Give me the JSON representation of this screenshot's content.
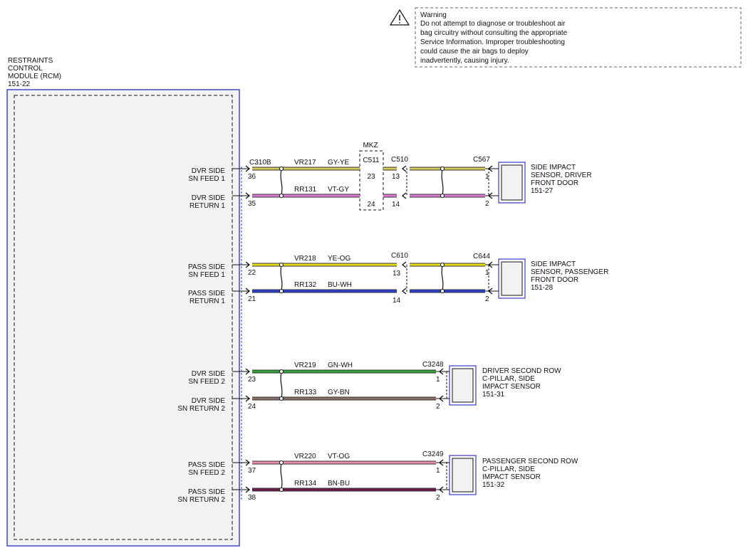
{
  "warning": {
    "title": "Warning",
    "lines": [
      "Do not attempt to diagnose or troubleshoot air",
      "bag circuitry without consulting the appropriate",
      "Service Information.  Improper troubleshooting",
      "could cause the air bags to deploy",
      "inadvertently, causing injury."
    ]
  },
  "rcm": {
    "lines": [
      "RESTRAINTS",
      "CONTROL",
      "MODULE (RCM)",
      "151-22"
    ]
  },
  "c511_group": "MKZ",
  "circuits": [
    {
      "id": "dvr-side-feed-1",
      "label": [
        "DVR SIDE",
        "SN FEED 1"
      ],
      "pin": "36",
      "code": "VR217",
      "color_code": "GY-YE",
      "wire_color": "#d4c85a",
      "rcm_connector": "C310B",
      "c511_pin": "23",
      "inline_connector": "C510",
      "inline_pin": "13",
      "sensor_connector": "C567",
      "sensor_pin": "1"
    },
    {
      "id": "dvr-side-return-1",
      "label": [
        "DVR SIDE",
        "RETURN 1"
      ],
      "pin": "35",
      "code": "RR131",
      "color_code": "VT-GY",
      "wire_color": "#e07ad8",
      "c511_pin": "24",
      "inline_pin": "14",
      "sensor_pin": "2"
    },
    {
      "id": "pass-side-feed-1",
      "label": [
        "PASS SIDE",
        "SN FEED 1"
      ],
      "pin": "22",
      "code": "VR218",
      "color_code": "YE-OG",
      "wire_color": "#e8dc1a",
      "inline_connector": "C610",
      "inline_pin": "13",
      "sensor_connector": "C644",
      "sensor_pin": "1"
    },
    {
      "id": "pass-side-return-1",
      "label": [
        "PASS SIDE",
        "RETURN 1"
      ],
      "pin": "21",
      "code": "RR132",
      "color_code": "BU-WH",
      "wire_color": "#2c3ed0",
      "inline_pin": "14",
      "sensor_pin": "2"
    },
    {
      "id": "dvr-side-feed-2",
      "label": [
        "DVR SIDE",
        "SN FEED 2"
      ],
      "pin": "23",
      "code": "VR219",
      "color_code": "GN-WH",
      "wire_color": "#2fa238",
      "sensor_connector": "C3248",
      "sensor_pin": "1"
    },
    {
      "id": "dvr-side-return-2",
      "label": [
        "DVR SIDE",
        "SN RETURN 2"
      ],
      "pin": "24",
      "code": "RR133",
      "color_code": "GY-BN",
      "wire_color": "#8a7068",
      "sensor_pin": "2"
    },
    {
      "id": "pass-side-feed-2",
      "label": [
        "PASS SIDE",
        "SN FEED 2"
      ],
      "pin": "37",
      "code": "VR220",
      "color_code": "VT-OG",
      "wire_color": "#ee8fa8",
      "sensor_connector": "C3249",
      "sensor_pin": "1"
    },
    {
      "id": "pass-side-return-2",
      "label": [
        "PASS SIDE",
        "SN RETURN 2"
      ],
      "pin": "38",
      "code": "RR134",
      "color_code": "BN-BU",
      "wire_color": "#6e1a48",
      "sensor_pin": "2"
    }
  ],
  "sensors": [
    {
      "id": "driver-front",
      "lines": [
        "SIDE IMPACT",
        "SENSOR, DRIVER",
        "FRONT DOOR",
        "151-27"
      ]
    },
    {
      "id": "passenger-front",
      "lines": [
        "SIDE IMPACT",
        "SENSOR, PASSENGER",
        "FRONT DOOR",
        "151-28"
      ]
    },
    {
      "id": "driver-second-row",
      "lines": [
        "DRIVER SECOND ROW",
        "C-PILLAR, SIDE",
        "IMPACT SENSOR",
        "151-31"
      ]
    },
    {
      "id": "passenger-second-row",
      "lines": [
        "PASSENGER SECOND ROW",
        "C-PILLAR, SIDE",
        "IMPACT SENSOR",
        "151-32"
      ]
    }
  ],
  "colors": {
    "module_outline": "#3a3ac8",
    "module_fill": "#f2f2f2",
    "line": "#111111"
  }
}
